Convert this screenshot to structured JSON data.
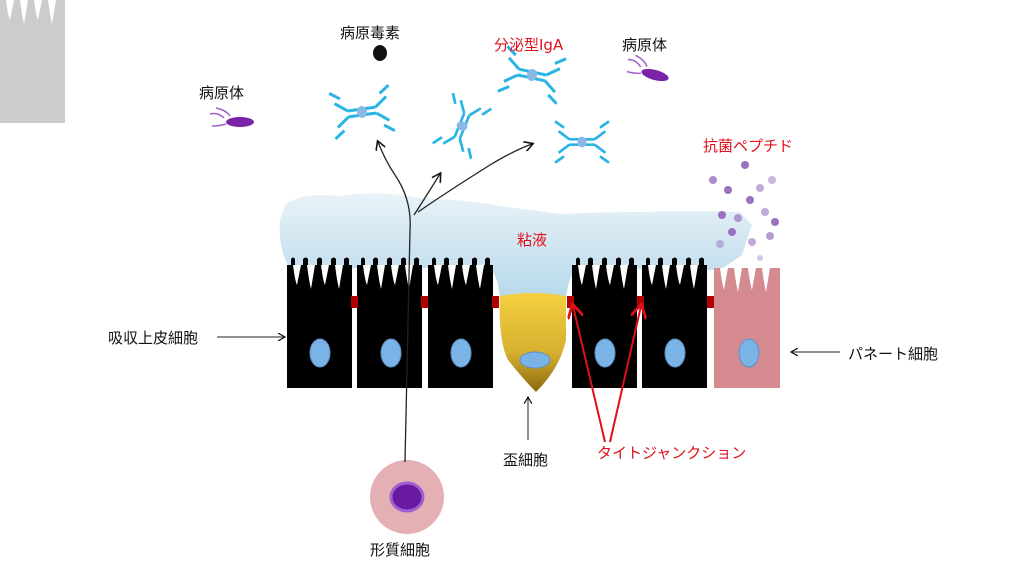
{
  "labels": {
    "toxin": "病原毒素",
    "iga": "分泌型IgA",
    "pathogen_right": "病原体",
    "pathogen_left": "病原体",
    "antimicrobial_peptide": "抗菌ペプチド",
    "mucus": "粘液",
    "absorptive_cell": "吸収上皮細胞",
    "paneth_cell": "パネート細胞",
    "goblet_cell": "盃細胞",
    "tight_junction": "タイトジャンクション",
    "plasma_cell": "形質細胞"
  },
  "colors": {
    "red_label": "#e0101a",
    "cell_grey": "#cccccc",
    "nucleus": "#7ab4e6",
    "mucus": "#bcdcec",
    "goblet": "#e8c030",
    "paneth": "#d48a8e",
    "junction": "#b00000",
    "antibody": "#2ab4e4",
    "pathogen": "#7a22a8",
    "plasma_cell": "#e4b0b4"
  }
}
